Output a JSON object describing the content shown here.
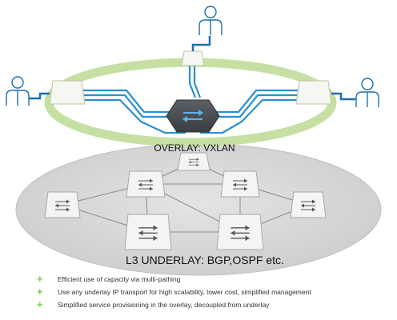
{
  "overlay_label": "OVERLAY: VXLAN",
  "underlay_label": "L3 UNDERLAY: BGP,OSPF etc.",
  "bullets": [
    "Efficient use of capacity via multi-pathing",
    "Use any underlay IP transport for high scalability, lower cost, simplified management",
    "Simplified service provisioning in the overlay, decoupled from underlay"
  ],
  "bullet_marker": "+",
  "icons": {
    "user": "person-outline-icon",
    "switch": "network-switch-icon",
    "router": "hexagon-router-icon"
  },
  "colors": {
    "overlay_ring": "#c6e0a4",
    "underlay_disc": "#d3d3d3",
    "links": "#2a8fd0",
    "router": "#4a4f54",
    "bullet_plus": "#7fcf4a",
    "person": "#1b6fb0"
  }
}
